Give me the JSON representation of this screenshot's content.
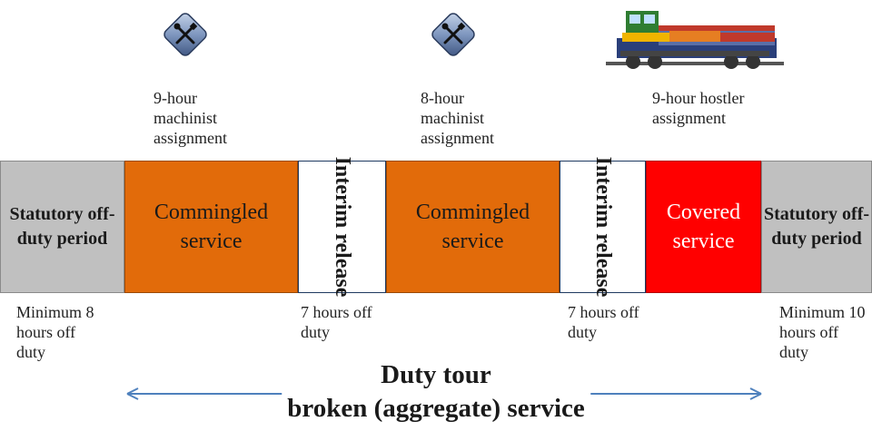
{
  "assignments": [
    {
      "label": "9-hour machinist assignment",
      "icon": "tools-icon"
    },
    {
      "label": "8-hour machinist assignment",
      "icon": "tools-icon"
    },
    {
      "label": "9-hour hostler assignment",
      "icon": "locomotive-icon"
    }
  ],
  "blocks": [
    {
      "label": "Statutory off-duty period",
      "color": "#c0c0c0"
    },
    {
      "label": "Commingled service",
      "color": "#e26b0a"
    },
    {
      "label": "Interim release",
      "color": "#ffffff"
    },
    {
      "label": "Commingled service",
      "color": "#e26b0a"
    },
    {
      "label": "Interim release",
      "color": "#ffffff"
    },
    {
      "label": "Covered service",
      "color": "#ff0000"
    },
    {
      "label": "Statutory off-duty period",
      "color": "#c0c0c0"
    }
  ],
  "notes": {
    "start": "Minimum 8 hours off duty",
    "release1": "7 hours off duty",
    "release2": "7 hours off duty",
    "end": "Minimum 10 hours off duty"
  },
  "duty_tour": {
    "title": "Duty tour",
    "subtitle": "broken (aggregate) service"
  },
  "colors": {
    "arrow": "#4f81bd",
    "white_border": "#1f3a60"
  }
}
